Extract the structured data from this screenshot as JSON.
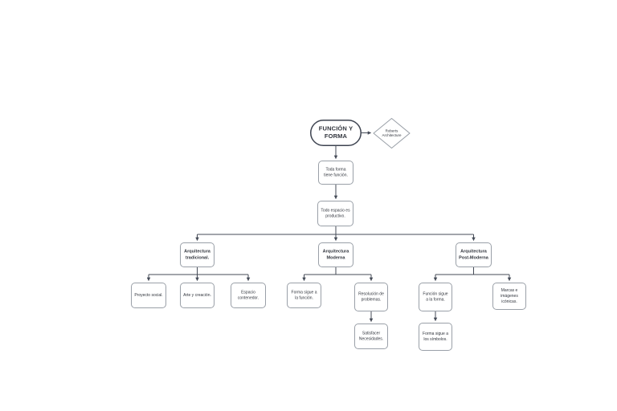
{
  "diagram": {
    "title": "FUNCIÓN Y FORMA concept map",
    "root": {
      "label": "FUNCIÓN Y FORMA"
    },
    "annotation": {
      "label": "Roberts Architecture"
    },
    "premises": [
      {
        "label": "Toda forma tiene función."
      },
      {
        "label": "Todo espacio es productivo."
      }
    ],
    "branches": [
      {
        "label": "Arquitectura tradicional.",
        "children": [
          {
            "label": "Proyecto social."
          },
          {
            "label": "Arte y creación."
          },
          {
            "label": "Espacio contenedor."
          }
        ]
      },
      {
        "label": "Arquitectura Moderna",
        "children": [
          {
            "label": "Forma sigue a la función."
          },
          {
            "label": "Resolución de problemas.",
            "children": [
              {
                "label": "Satisfacer Necesidades."
              }
            ]
          }
        ]
      },
      {
        "label": "Arquitectura Post-Moderna",
        "children": [
          {
            "label": "Función sigue a la forma.",
            "children": [
              {
                "label": "Forma sigue a los símbolos."
              }
            ]
          },
          {
            "label": "Marcas e imágenes icónicas."
          }
        ]
      }
    ],
    "colors": {
      "background": "#ffffff",
      "node_border": "#9aa0a8",
      "root_border": "#3d4350",
      "line": "#454b57",
      "text": "#31353d"
    }
  }
}
